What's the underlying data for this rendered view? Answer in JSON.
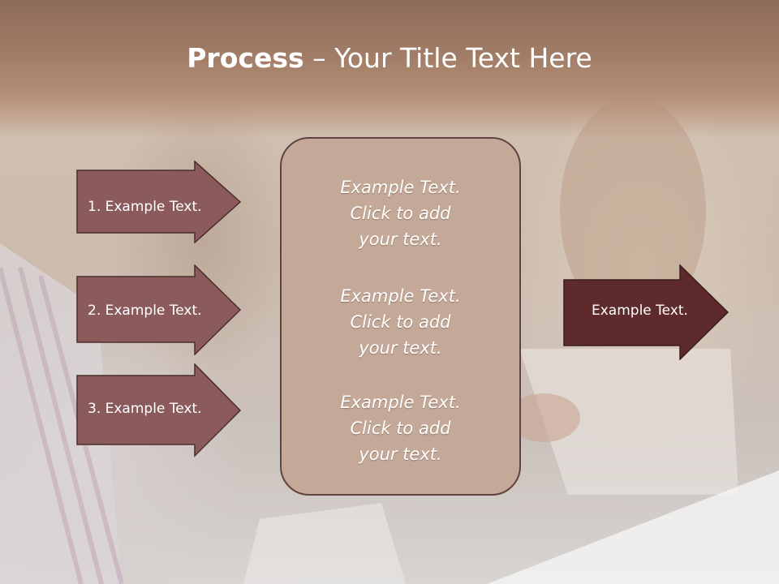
{
  "slide": {
    "title_bold": "Process",
    "title_rest": " – Your Title Text Here"
  },
  "left_arrows": [
    {
      "label": "1. Example Text."
    },
    {
      "label": "2. Example Text."
    },
    {
      "label": "3. Example Text."
    }
  ],
  "center_box": {
    "blocks": [
      {
        "line1": "Example Text.",
        "line2": "Click  to add",
        "line3": "your text."
      },
      {
        "line1": "Example Text.",
        "line2": "Click  to add",
        "line3": "your text."
      },
      {
        "line1": "Example Text.",
        "line2": "Click  to add",
        "line3": "your text."
      }
    ]
  },
  "right_arrow": {
    "label": "Example Text."
  },
  "colors": {
    "left_arrow_fill": "#8b5a5b",
    "right_arrow_fill": "#5e2a2c",
    "outline": "#4a2e2c",
    "center_fill": "#c5a998"
  }
}
